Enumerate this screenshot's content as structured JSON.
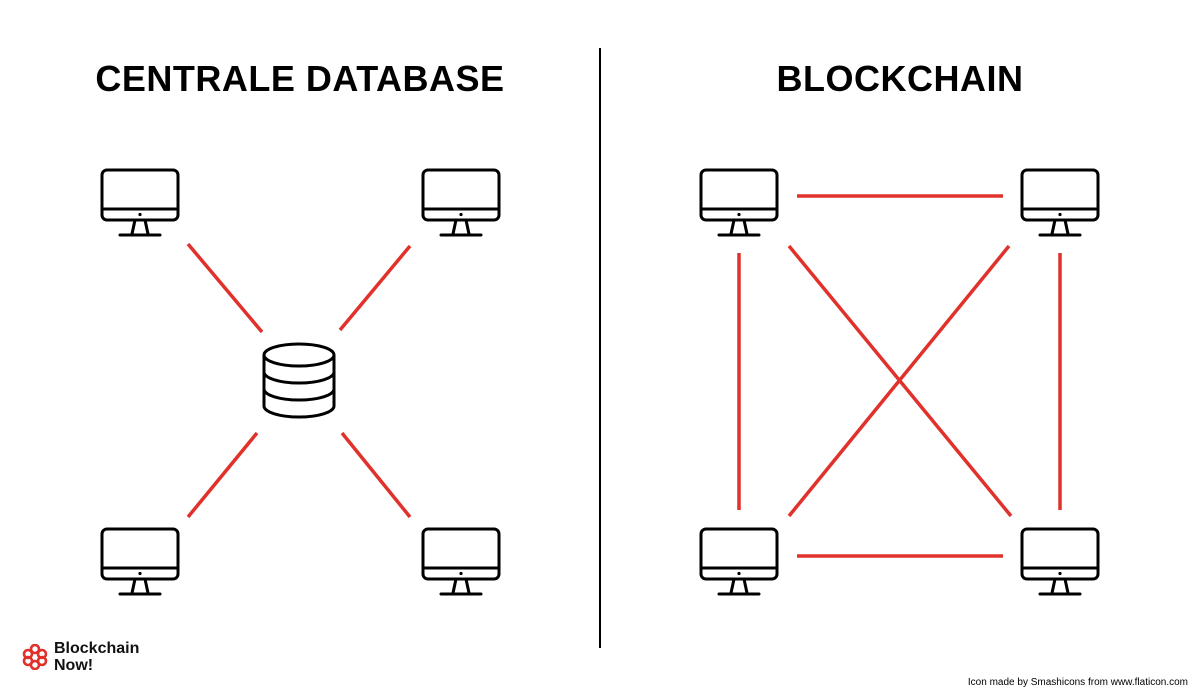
{
  "titles": {
    "left": "CENTRALE DATABASE",
    "right": "BLOCKCHAIN"
  },
  "colors": {
    "connection": "#e0312b",
    "stroke": "#000000",
    "logo": "#e0312b"
  },
  "icons": {
    "computer": "desktop-monitor-icon",
    "database": "database-icon"
  },
  "logo": {
    "line1": "Blockchain",
    "line2": "Now!"
  },
  "attribution": "Icon made by Smashicons from www.flaticon.com"
}
